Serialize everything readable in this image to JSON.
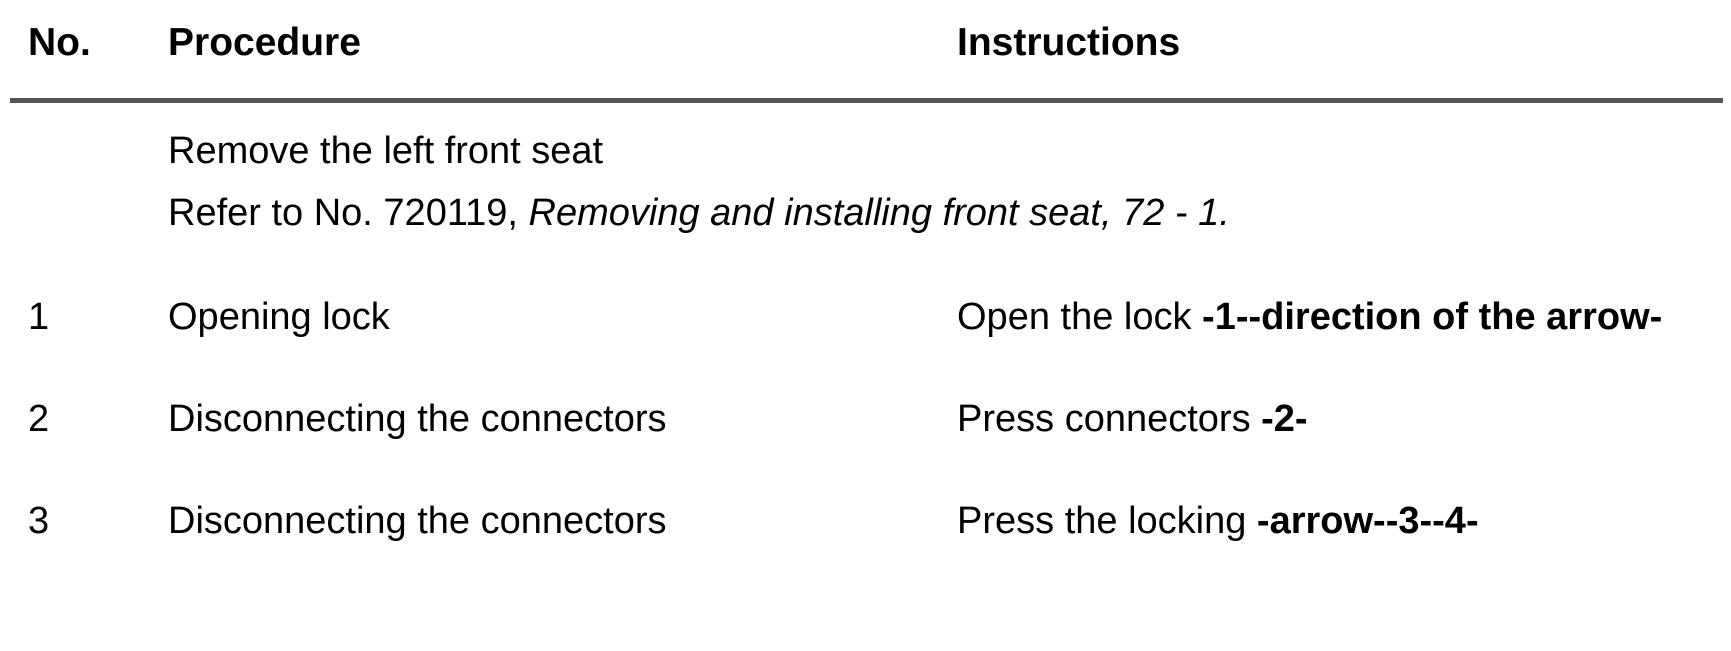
{
  "table": {
    "columns": [
      {
        "key": "no",
        "label": "No."
      },
      {
        "key": "procedure",
        "label": "Procedure"
      },
      {
        "key": "instructions",
        "label": "Instructions"
      }
    ],
    "rule_color": "#555555",
    "note_row": {
      "no": "",
      "lines": [
        {
          "text": "Remove the left front seat"
        },
        {
          "segments": [
            {
              "text": "Refer to No. 720119, ",
              "style": "regular"
            },
            {
              "text": "Removing and installing front seat, 72 - 1.",
              "style": "italic"
            }
          ]
        }
      ],
      "instructions": ""
    },
    "rows": [
      {
        "no": "1",
        "procedure": "Opening lock",
        "instruction_segments": [
          {
            "text": "Open the lock ",
            "style": "regular"
          },
          {
            "text": "-1--direction of the arrow-",
            "style": "bold"
          }
        ]
      },
      {
        "no": "2",
        "procedure": "Disconnecting the connectors",
        "instruction_segments": [
          {
            "text": "Press connectors ",
            "style": "regular"
          },
          {
            "text": "-2-",
            "style": "bold"
          }
        ]
      },
      {
        "no": "3",
        "procedure": "Disconnecting the connectors",
        "instruction_segments": [
          {
            "text": "Press the locking ",
            "style": "regular"
          },
          {
            "text": "-arrow--3--4-",
            "style": "bold"
          }
        ]
      }
    ]
  }
}
